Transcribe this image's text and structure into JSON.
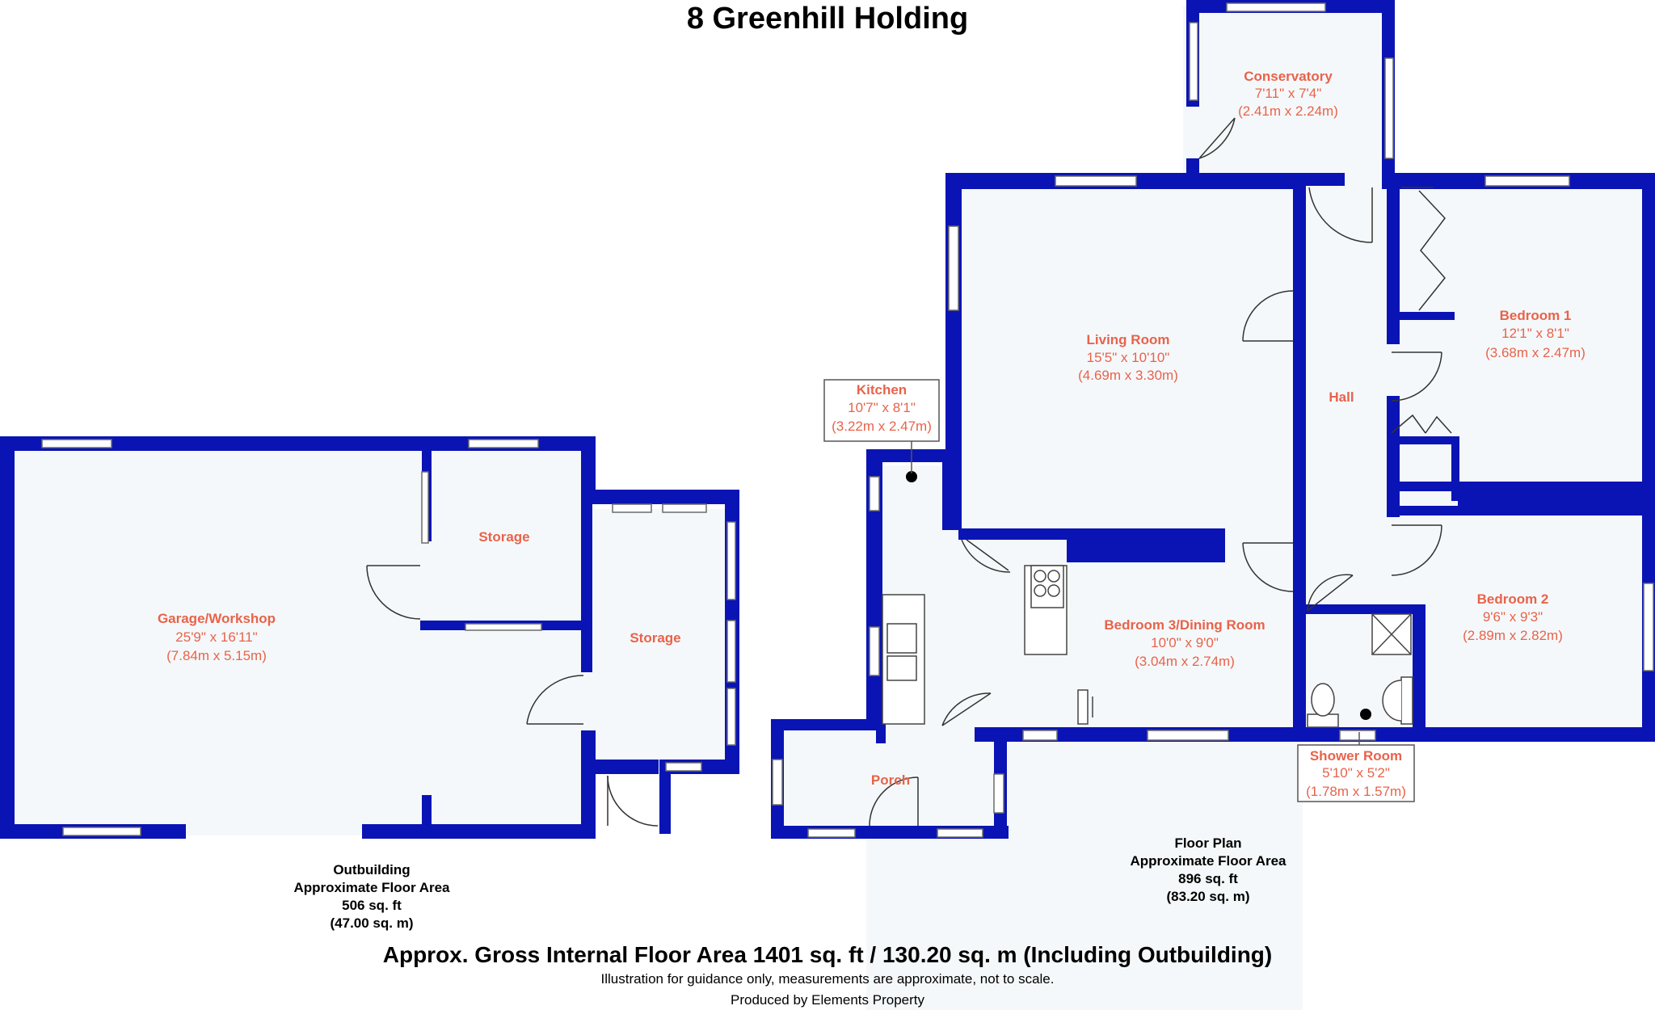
{
  "title": "8 Greenhill Holding",
  "colors": {
    "wall": "#0a14b4",
    "floor": "#f5f8fa",
    "label": "#e8634a",
    "text": "#000000"
  },
  "rooms": {
    "conservatory": {
      "name": "Conservatory",
      "imperial": "7'11\" x 7'4\"",
      "metric": "(2.41m x 2.24m)"
    },
    "living": {
      "name": "Living Room",
      "imperial": "15'5\" x 10'10\"",
      "metric": "(4.69m x 3.30m)"
    },
    "kitchen": {
      "name": "Kitchen",
      "imperial": "10'7\" x 8'1\"",
      "metric": "(3.22m x 2.47m)"
    },
    "hall": {
      "name": "Hall"
    },
    "bedroom1": {
      "name": "Bedroom 1",
      "imperial": "12'1\" x 8'1\"",
      "metric": "(3.68m x 2.47m)"
    },
    "bedroom2": {
      "name": "Bedroom 2",
      "imperial": "9'6\" x 9'3\"",
      "metric": "(2.89m x 2.82m)"
    },
    "bedroom3": {
      "name": "Bedroom 3/Dining Room",
      "imperial": "10'0\" x 9'0\"",
      "metric": "(3.04m x 2.74m)"
    },
    "shower": {
      "name": "Shower Room",
      "imperial": "5'10\" x 5'2\"",
      "metric": "(1.78m x 1.57m)"
    },
    "porch": {
      "name": "Porch"
    },
    "garage": {
      "name": "Garage/Workshop",
      "imperial": "25'9\" x 16'11\"",
      "metric": "(7.84m x 5.15m)"
    },
    "storage1": {
      "name": "Storage"
    },
    "storage2": {
      "name": "Storage"
    }
  },
  "outbuilding": {
    "line1": "Outbuilding",
    "line2": "Approximate Floor Area",
    "line3": "506 sq. ft",
    "line4": "(47.00 sq. m)"
  },
  "floorplan": {
    "line1": "Floor Plan",
    "line2": "Approximate Floor Area",
    "line3": "896 sq. ft",
    "line4": "(83.20 sq. m)"
  },
  "footer": {
    "gross": "Approx. Gross Internal Floor Area 1401 sq. ft / 130.20 sq. m (Including Outbuilding)",
    "disclaimer": "Illustration for guidance only, measurements are approximate, not to scale.",
    "produced": "Produced by Elements Property"
  }
}
